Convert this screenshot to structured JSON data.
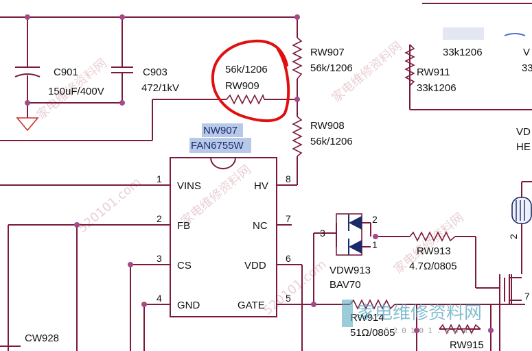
{
  "components": {
    "c901": {
      "ref": "C901",
      "value": "150uF/400V"
    },
    "c903": {
      "ref": "C903",
      "value": "472/1kV"
    },
    "rw909": {
      "ref": "RW909",
      "value": "56k/1206"
    },
    "rw907": {
      "ref": "RW907",
      "value": "56k/1206"
    },
    "rw908": {
      "ref": "RW908",
      "value": "56k/1206"
    },
    "rw911": {
      "ref": "RW911",
      "value": "33k1206"
    },
    "rw911_above": {
      "value": "33k1206"
    },
    "ic": {
      "ref": "NW907",
      "part": "FAN6755W"
    },
    "vdw913": {
      "ref": "VDW913",
      "part": "BAV70"
    },
    "rw913": {
      "ref": "RW913",
      "value": "4.7Ω/0805"
    },
    "rw914": {
      "ref": "RW914",
      "value": "51Ω/0805"
    },
    "rw915": {
      "ref": "RW915"
    },
    "cw928": {
      "ref": "CW928"
    }
  },
  "ic_pins": {
    "left": [
      {
        "num": "1",
        "name": "VINS"
      },
      {
        "num": "2",
        "name": "FB"
      },
      {
        "num": "3",
        "name": "CS"
      },
      {
        "num": "4",
        "name": "GND"
      }
    ],
    "right": [
      {
        "num": "8",
        "name": "HV"
      },
      {
        "num": "7",
        "name": "NC"
      },
      {
        "num": "6",
        "name": "VDD"
      },
      {
        "num": "5",
        "name": "GATE"
      }
    ]
  },
  "diode_pins": {
    "a": "3",
    "b": "2",
    "c": "1"
  },
  "edge_text": {
    "vd": "VD",
    "he": "HE",
    "v": "V",
    "n33": "33",
    "n7": "7",
    "n2": "2"
  },
  "watermark": {
    "chars": "家电维修资料网",
    "site": "520101.com",
    "mono": "520101.com"
  },
  "colors": {
    "wire": "#7b1a3a",
    "junction": "#a24a8a",
    "annotation": "#e01010",
    "highlight": "#b7c9e8"
  }
}
